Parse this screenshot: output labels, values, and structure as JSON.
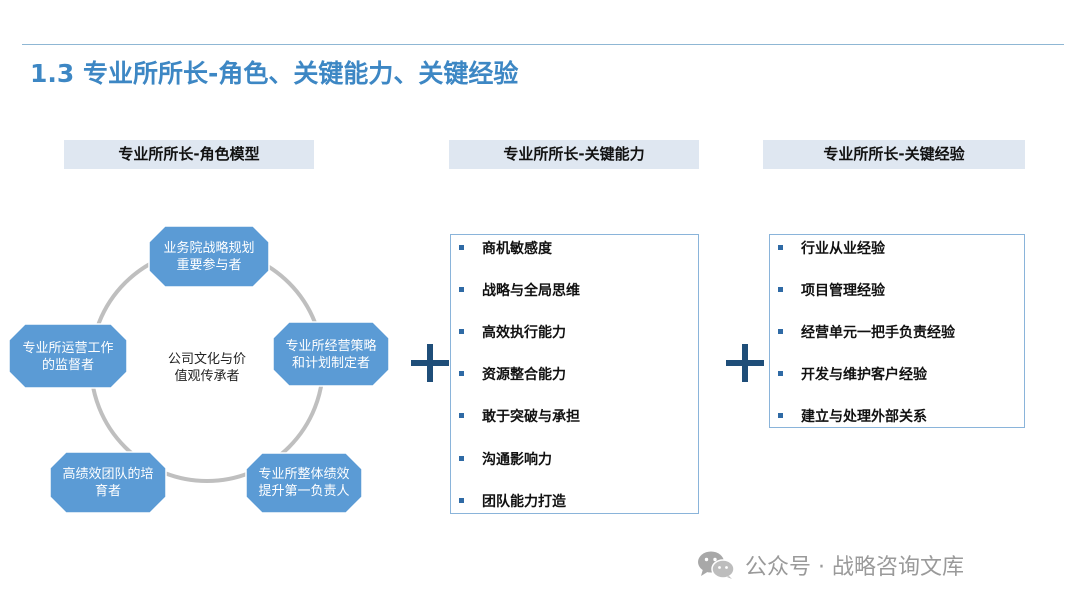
{
  "slide": {
    "title": "1.3 专业所所长-角色、关键能力、关键经验"
  },
  "role_model": {
    "header": "专业所所长-角色模型",
    "center": "公司文化与价值观传承者",
    "roles": [
      "业务院战略规划重要参与者",
      "专业所经营策略和计划制定者",
      "专业所整体绩效提升第一负责人",
      "高绩效团队的培育者",
      "专业所运营工作的监督者"
    ]
  },
  "key_abilities": {
    "header": "专业所所长-关键能力",
    "items": [
      "商机敏感度",
      "战略与全局思维",
      "高效执行能力",
      "资源整合能力",
      "敢于突破与承担",
      "沟通影响力",
      "团队能力打造"
    ]
  },
  "key_experience": {
    "header": "专业所所长-关键经验",
    "items": [
      "行业从业经验",
      "项目管理经验",
      "经营单元一把手负责经验",
      "开发与维护客户经验",
      "建立与处理外部关系"
    ]
  },
  "watermark": {
    "text": "公众号 · 战略咨询文库",
    "icon": "wechat-icon"
  },
  "colors": {
    "title": "#3d87c4",
    "octagon": "#5b9bd5",
    "header_bg": "#dfe7f1",
    "plus": "#1f4e79",
    "box_border": "#8ab4da"
  }
}
